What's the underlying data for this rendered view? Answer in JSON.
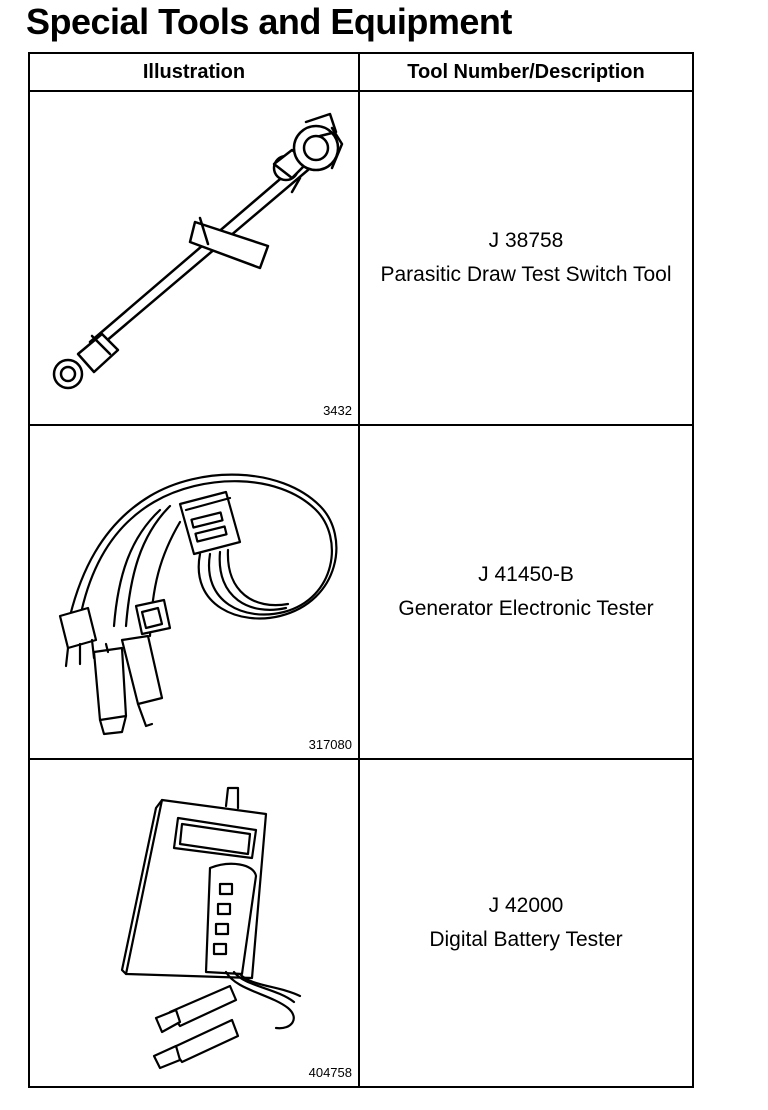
{
  "page": {
    "title": "Special Tools and Equipment"
  },
  "table": {
    "headers": {
      "illustration": "Illustration",
      "tool": "Tool Number/Description"
    },
    "rows": [
      {
        "figure_number": "3432",
        "tool_number": "J 38758",
        "description": "Parasitic Draw Test Switch Tool",
        "icon": "parasitic-draw-switch-illustration"
      },
      {
        "figure_number": "317080",
        "tool_number": "J 41450-B",
        "description": "Generator Electronic Tester",
        "icon": "generator-tester-illustration"
      },
      {
        "figure_number": "404758",
        "tool_number": "J 42000",
        "description": "Digital Battery Tester",
        "icon": "battery-tester-illustration"
      }
    ]
  }
}
